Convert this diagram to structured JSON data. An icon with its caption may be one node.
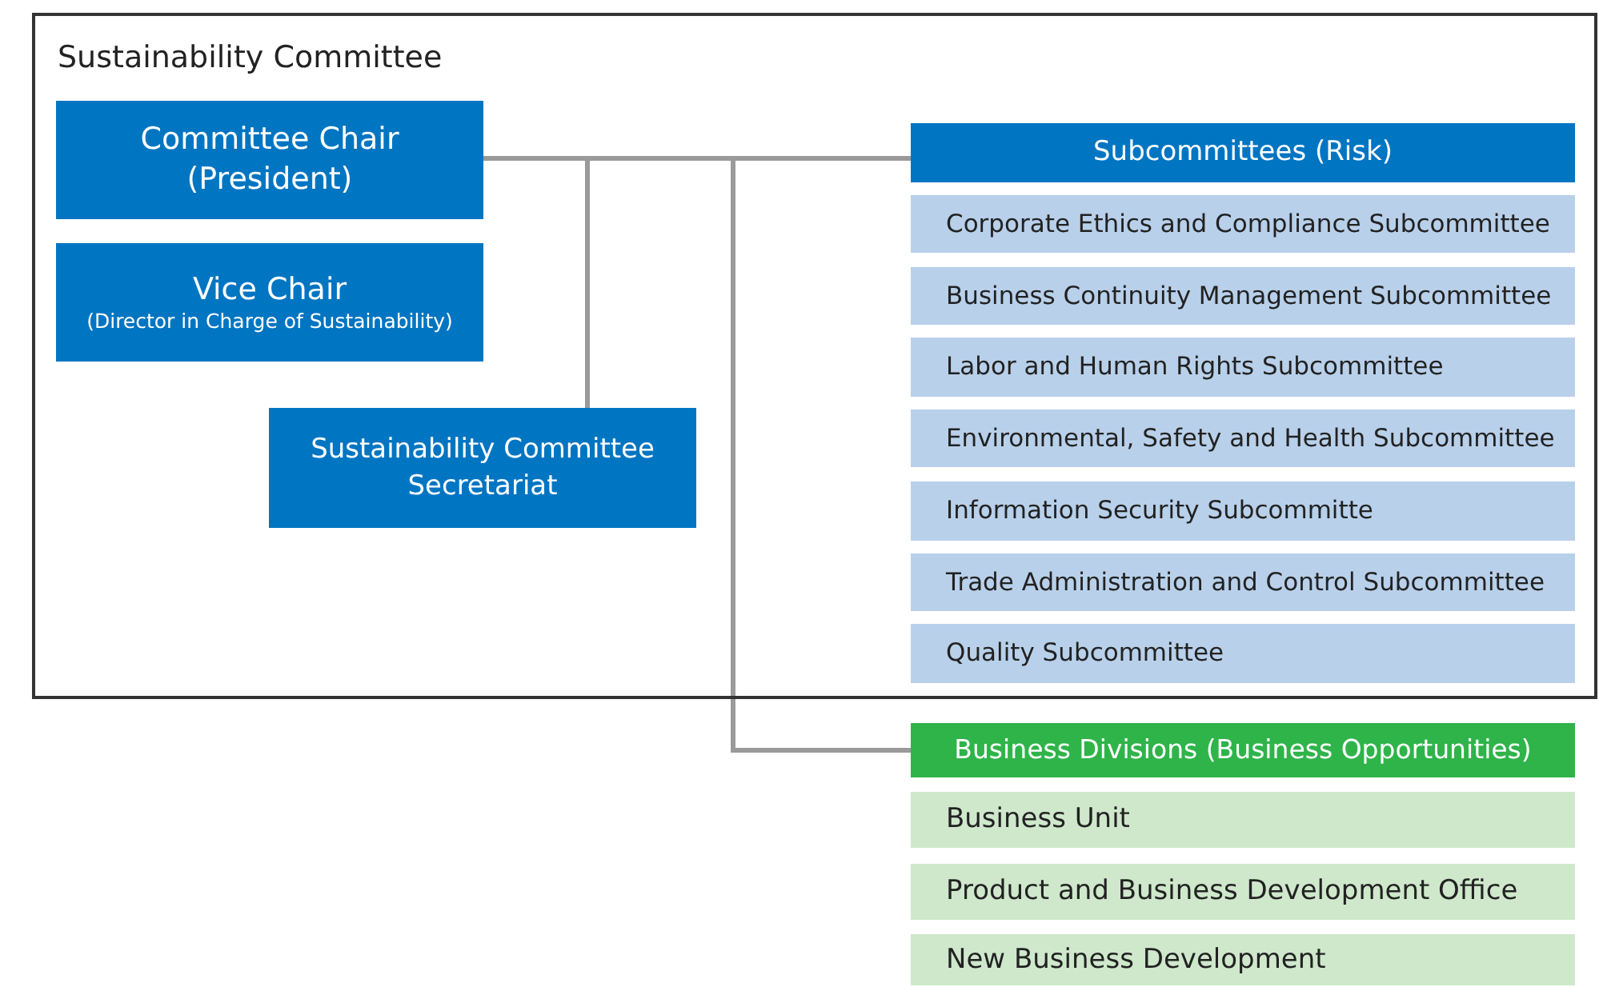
{
  "diagram": {
    "nodes": [
      {
        "text": [
          "Sustainability Committee"
        ]
      },
      {
        "text": [
          "Committee Chair (President)"
        ],
        "in": 0
      },
      {
        "text": [
          "Vice Chair",
          "(Director in Charge of Sustainability)"
        ],
        "in": 0
      },
      {
        "text": [
          "Sustainability Committee Secretariat"
        ],
        "in": 0
      },
      {
        "text": [
          "Subcommittees (Risk)"
        ],
        "in": 0
      },
      {
        "text": [
          "Corporate Ethics and Compliance Subcommittee"
        ],
        "in": 0
      },
      {
        "text": [
          "Business Continuity Management Subcommittee"
        ],
        "in": 0
      },
      {
        "text": [
          "Labor and Human Rights Subcommittee"
        ],
        "in": 0
      },
      {
        "text": [
          "Environmental, Safety and Health Subcommittee"
        ],
        "in": 0
      },
      {
        "text": [
          "Information Security Subcommitte"
        ],
        "in": 0
      },
      {
        "text": [
          "Trade Administration and Control Subcommittee"
        ],
        "in": 0
      },
      {
        "text": [
          "Quality Subcommittee"
        ],
        "in": 0
      },
      {
        "text": [
          "Business Divisions (Business Opportunities)"
        ]
      },
      {
        "text": [
          "Business Unit"
        ]
      },
      {
        "text": [
          "Product and Business Development Office"
        ]
      },
      {
        "text": [
          "New Business Development"
        ]
      }
    ],
    "edges": [
      {
        "from": 1,
        "to": 4,
        "arrow": "none"
      },
      {
        "from": 1,
        "to": 3,
        "arrow": "none"
      },
      {
        "from": 1,
        "to": 12,
        "arrow": "none"
      }
    ]
  }
}
